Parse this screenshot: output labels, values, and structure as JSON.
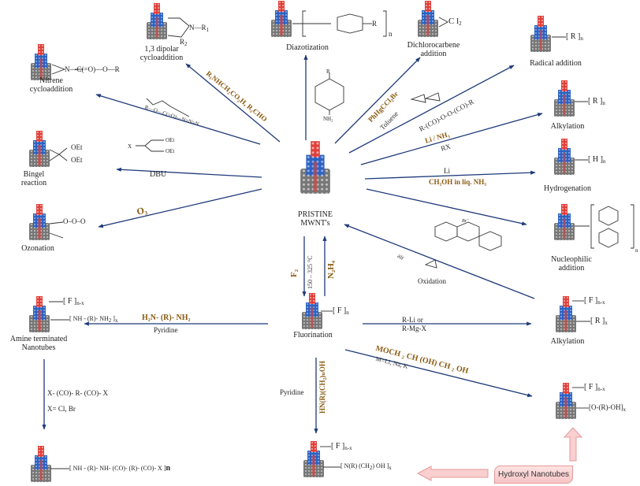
{
  "center": {
    "label_line1": "PRISTINE",
    "label_line2": "MWNT's"
  },
  "products": {
    "nitrene": {
      "line1": "Nitrene",
      "line2": "cycloaddition",
      "group": "N—C(=O)—O—R"
    },
    "dipolar": {
      "line1": "1,3 dipolar",
      "line2": "cycloaddition",
      "group_n": "N—R",
      "sub1": "1",
      "r2": "R",
      "sub2": "2"
    },
    "diazotization": {
      "label": "Diazotization",
      "group": "R",
      "subscript": "n"
    },
    "dichlorocarbene": {
      "line1": "Dichlorocarbene",
      "line2": "addition",
      "group": "C l",
      "subscript": "2"
    },
    "radical": {
      "label": "Radical addition",
      "group": "R",
      "subscript": "n"
    },
    "alkylation_top": {
      "label": "Alkylation",
      "group": "R",
      "subscript": "n"
    },
    "hydrogenation": {
      "label": "Hydrogenation",
      "group": "H",
      "subscript": "n"
    },
    "nucleophilic": {
      "line1": "Nucleophilic",
      "line2": "addition",
      "subscript": "n"
    },
    "bingel": {
      "line1": "Bingel",
      "line2": "reaction",
      "oet1": "OEt",
      "oet2": "OEt"
    },
    "ozonation": {
      "label": "Ozonation"
    },
    "fluorination": {
      "label": "Fluorination",
      "group": "F",
      "subscript": "n"
    },
    "amine": {
      "line1": "Amine terminated",
      "line2": "Nanotubes",
      "f_group": "F",
      "f_sub": "n-x",
      "nh_group": "NH - (R)- NH",
      "nh_sub": "2",
      "nh_outer": "x"
    },
    "alkylation_bottom": {
      "label": "Alkylation",
      "f_group": "F",
      "f_sub": "n-x",
      "r_group": "R",
      "r_sub": "x"
    },
    "hydroxyl_product": {
      "f_group": "F",
      "f_sub": "n-x",
      "o_group": "O-(R)-OH",
      "o_sub": "x"
    },
    "polyamide": {
      "group": "NH - (R)- NH- (CO)- (R)- (CO)- X",
      "subscript": "n"
    },
    "aminoalcohol": {
      "f_group": "F",
      "f_sub": "n-x",
      "n_group": "N(R) (CH",
      "n_sub2": "2",
      "n_rest": ") OH",
      "n_sub_n": "n",
      "outer": "x"
    }
  },
  "reagents": {
    "dipolar": "R₁NHCH₂CO₂H, R₂CHO",
    "diazotization_struct": {
      "top": "R",
      "bottom": "NH₂"
    },
    "dichlorocarbene_1": "PhHgCCl₂Br",
    "dichlorocarbene_2": "Toluene",
    "radical": "R-(CO)-O-O-(CO)-R",
    "alkylation_1": "Li / NH₃",
    "alkylation_2": "RX",
    "hydrogenation_1": "Li",
    "hydrogenation_2": "CH₃OH in liq. NH₃",
    "nitrene_struct": "R—O—C(=O)—N=N=N",
    "bingel_struct": {
      "x": "X",
      "oet1": "OEt",
      "oet2": "OEt"
    },
    "bingel": "DBU",
    "ozonation": "O₃",
    "nucleophilic_struct": "Br⁻",
    "oxidation_1": "air",
    "oxidation_2": "Oxidation",
    "fluorination_1": "F₂",
    "fluorination_2": "150 – 325 °C",
    "defluorination": "N₂H₄",
    "amine_1": "H₂N- (R)- NH₂",
    "amine_2": "Pyridine",
    "alkylation_f_1": "R-Li  or",
    "alkylation_f_2": "R-Mg-X",
    "hydroxyl_1": "MOCH ₂ CH (OH) CH ₂ OH",
    "hydroxyl_2": "M=Li, Na, K",
    "polyamide_1": "X- (CO)- R- (CO)- X",
    "polyamide_2": "X= Cl, Br",
    "aminoalcohol_1": "Pyridine",
    "aminoalcohol_2": "HN(R)(CH₂)ₙOH"
  },
  "callout": {
    "label": "Hydroxyl Nanotubes"
  },
  "colors": {
    "arrow": "#1f3a7a",
    "red_tube": "#e0403a",
    "blue_tube": "#2d62c0",
    "gray_tube": "#6e6e6e",
    "callout_fill": "#f9cfcf",
    "callout_border": "#e69a9a",
    "reagent_gold": "#8a5a10"
  }
}
